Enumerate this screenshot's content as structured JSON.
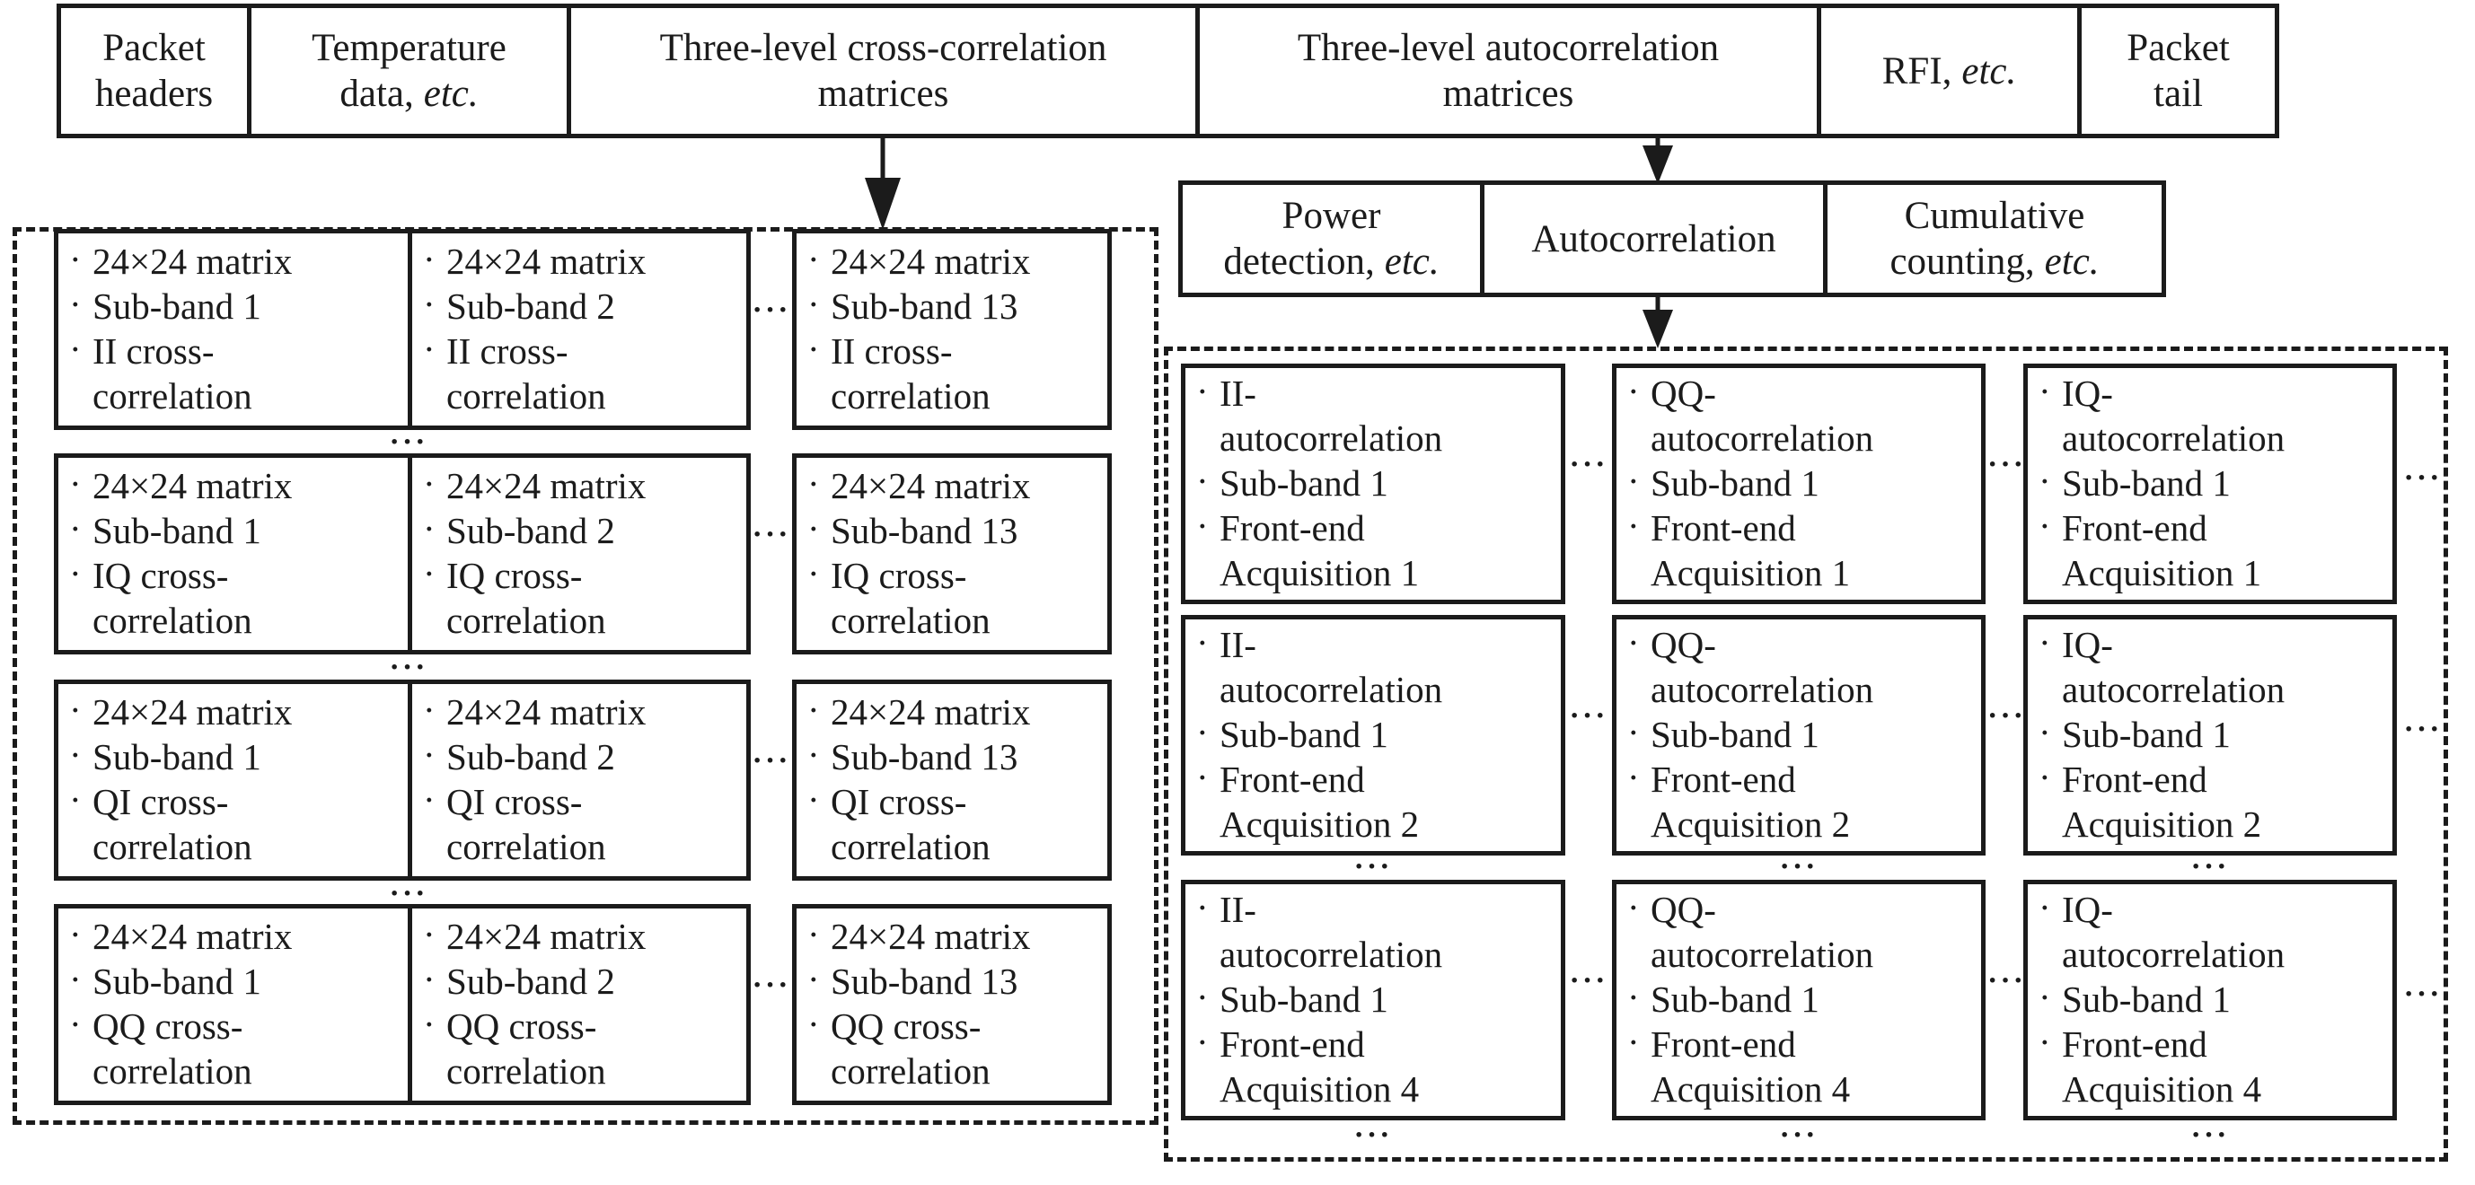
{
  "glyphs": {
    "bullet": "·",
    "dots": "···"
  },
  "colors": {
    "ink": "#1b1b1b",
    "background": "#ffffff"
  },
  "packet_row": {
    "cells": [
      {
        "lines": [
          "Packet",
          "headers"
        ]
      },
      {
        "lines": [
          "Temperature",
          "data,"
        ],
        "etc": "etc."
      },
      {
        "lines": [
          "Three-level cross-correlation",
          "matrices"
        ]
      },
      {
        "lines": [
          "Three-level autocorrelation",
          "matrices"
        ]
      },
      {
        "lines": [
          "RFI,"
        ],
        "etc": "etc."
      },
      {
        "lines": [
          "Packet",
          "tail"
        ]
      }
    ]
  },
  "process_row": {
    "cells": [
      {
        "lines": [
          "Power",
          "detection,"
        ],
        "etc": "etc."
      },
      {
        "lines": [
          "Autocorrelation"
        ]
      },
      {
        "lines": [
          "Cumulative",
          "counting,"
        ],
        "etc": "etc."
      }
    ]
  },
  "cross_block": {
    "rows": [
      {
        "boxes": [
          {
            "lines": [
              "24×24 matrix",
              "Sub-band 1",
              "II cross-",
              "correlation"
            ]
          },
          {
            "lines": [
              "24×24 matrix",
              "Sub-band 2",
              "II cross-",
              "correlation"
            ]
          },
          {
            "lines": [
              "24×24 matrix",
              "Sub-band 13",
              "II cross-",
              "correlation"
            ]
          }
        ]
      },
      {
        "boxes": [
          {
            "lines": [
              "24×24 matrix",
              "Sub-band 1",
              "IQ cross-",
              "correlation"
            ]
          },
          {
            "lines": [
              "24×24 matrix",
              "Sub-band 2",
              "IQ cross-",
              "correlation"
            ]
          },
          {
            "lines": [
              "24×24 matrix",
              "Sub-band 13",
              "IQ cross-",
              "correlation"
            ]
          }
        ]
      },
      {
        "boxes": [
          {
            "lines": [
              "24×24 matrix",
              "Sub-band 1",
              "QI cross-",
              "correlation"
            ]
          },
          {
            "lines": [
              "24×24 matrix",
              "Sub-band 2",
              "QI cross-",
              "correlation"
            ]
          },
          {
            "lines": [
              "24×24 matrix",
              "Sub-band 13",
              "QI cross-",
              "correlation"
            ]
          }
        ]
      },
      {
        "boxes": [
          {
            "lines": [
              "24×24 matrix",
              "Sub-band 1",
              "QQ cross-",
              "correlation"
            ]
          },
          {
            "lines": [
              "24×24 matrix",
              "Sub-band 2",
              "QQ cross-",
              "correlation"
            ]
          },
          {
            "lines": [
              "24×24 matrix",
              "Sub-band 13",
              "QQ cross-",
              "correlation"
            ]
          }
        ]
      }
    ]
  },
  "auto_block": {
    "rows": [
      {
        "boxes": [
          {
            "lines": [
              "II-",
              "autocorrelation",
              "Sub-band 1",
              "Front-end",
              "Acquisition 1"
            ]
          },
          {
            "lines": [
              "QQ-",
              "autocorrelation",
              "Sub-band 1",
              "Front-end",
              "Acquisition 1"
            ]
          },
          {
            "lines": [
              "IQ-",
              "autocorrelation",
              "Sub-band 1",
              "Front-end",
              "Acquisition 1"
            ]
          }
        ]
      },
      {
        "boxes": [
          {
            "lines": [
              "II-",
              "autocorrelation",
              "Sub-band 1",
              "Front-end",
              "Acquisition 2"
            ]
          },
          {
            "lines": [
              "QQ-",
              "autocorrelation",
              "Sub-band 1",
              "Front-end",
              "Acquisition 2"
            ]
          },
          {
            "lines": [
              "IQ-",
              "autocorrelation",
              "Sub-band 1",
              "Front-end",
              "Acquisition 2"
            ]
          }
        ]
      },
      {
        "boxes": [
          {
            "lines": [
              "II-",
              "autocorrelation",
              "Sub-band 1",
              "Front-end",
              "Acquisition 4"
            ]
          },
          {
            "lines": [
              "QQ-",
              "autocorrelation",
              "Sub-band 1",
              "Front-end",
              "Acquisition 4"
            ]
          },
          {
            "lines": [
              "IQ-",
              "autocorrelation",
              "Sub-band 1",
              "Front-end",
              "Acquisition 4"
            ]
          }
        ]
      }
    ]
  }
}
